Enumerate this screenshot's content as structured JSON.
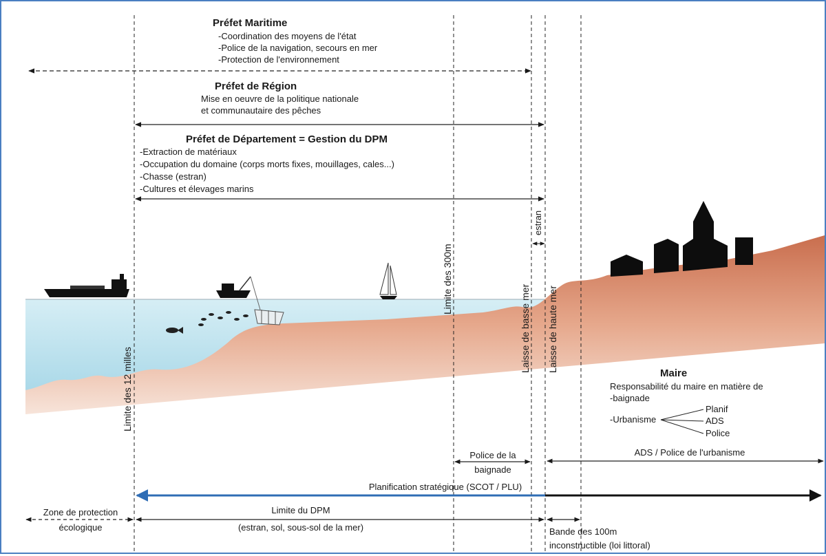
{
  "prefet_maritime": {
    "title": "Préfet Maritime",
    "items": [
      "-Coordination des moyens de l'état",
      "-Police de la navigation, secours en mer",
      "-Protection de l'environnement"
    ]
  },
  "prefet_region": {
    "title": "Préfet de Région",
    "lines": [
      "Mise en oeuvre de la politique nationale",
      "et communautaire des pêches"
    ]
  },
  "prefet_departement": {
    "title": "Préfet de Département = Gestion du DPM",
    "items": [
      "-Extraction de matériaux",
      "-Occupation du domaine (corps morts fixes, mouillages, cales...)",
      "-Chasse (estran)",
      "-Cultures et élevages marins"
    ]
  },
  "vertical_labels": {
    "limite_12": "Limite des 12 milles",
    "limite_300": "Limite des 300m",
    "basse_mer": "Laisse de basse mer",
    "haute_mer": "Laisse de haute mer",
    "estran": "estran"
  },
  "maire": {
    "title": "Maire",
    "lines": [
      "Responsabilité du maire en matière de",
      "-baignade"
    ],
    "urbanisme": "-Urbanisme",
    "branches": [
      "Planif",
      "ADS",
      "Police"
    ]
  },
  "bottom": {
    "police_baignade": [
      "Police de la",
      "baignade"
    ],
    "ads_police": "ADS / Police de l'urbanisme",
    "planification": "Planification stratégique (SCOT / PLU)",
    "zone_protection": [
      "Zone de protection",
      "écologique"
    ],
    "limite_dpm": [
      "Limite du DPM",
      "(estran, sol, sous-sol de la mer)"
    ],
    "bande_100m": [
      "Bande des 100m",
      "inconstructible (loi littoral)"
    ]
  },
  "colors": {
    "border": "#4a7fc1",
    "sea": "#bfe3ee",
    "seabed": "#d9866a",
    "buildings": "#111111",
    "planification_arrow": "#2f6db5"
  }
}
